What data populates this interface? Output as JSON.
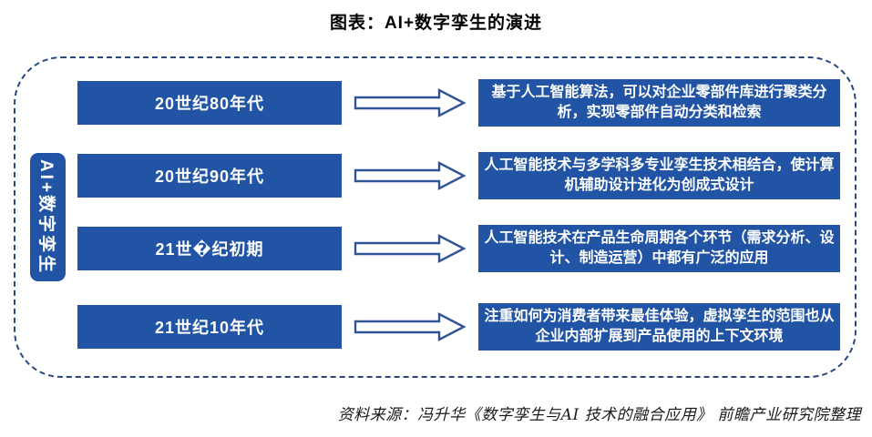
{
  "title": "图表：AI+数字孪生的演进",
  "side_label": "AI+数字孪生",
  "rows": [
    {
      "period": "20世纪80年代",
      "description": "基于人工智能算法，可以对企业零部件库进行聚类分析，实现零部件自动分类和检索"
    },
    {
      "period": "20世纪90年代",
      "description": "人工智能技术与多学科多专业孪生技术相结合，使计算机辅助设计进化为创成式设计"
    },
    {
      "period": "21世�纪初期",
      "description": "人工智能技术在产品生命周期各个环节（需求分析、设计、制造运营）中都有广泛的应用"
    },
    {
      "period": "21世纪10年代",
      "description": "注重如何为消费者带来最佳体验，虚拟孪生的范围也从企业内部扩展到产品使用的上下文环境"
    }
  ],
  "source": "资料来源：冯升华《数字孪生与AI 技术的融合应用》 前瞻产业研究院整理",
  "icons": {
    "arrow": "right-arrow"
  },
  "colors": {
    "box_blue": "#2154a4",
    "dashed_border_blue": "#27477e",
    "arrow_stroke_blue": "#2f5597",
    "box_text": "#ffffff",
    "title_text": "#000000"
  }
}
